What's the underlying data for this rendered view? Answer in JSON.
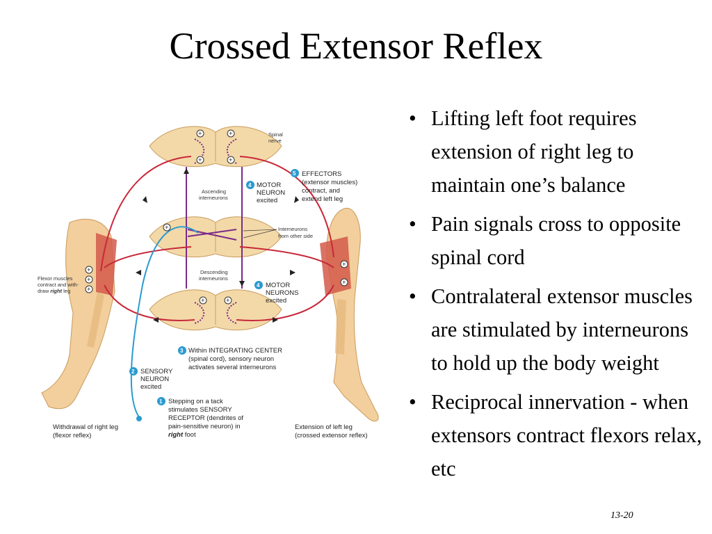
{
  "slide": {
    "title": "Crossed Extensor Reflex",
    "page_number": "13-20"
  },
  "bullets": [
    "Lifting left foot requires extension of right leg to maintain one’s balance",
    "Pain signals cross to opposite spinal cord",
    "Contralateral extensor muscles are  stimulated by interneurons to hold up the body weight",
    "Reciprocal innervation - when extensors contract flexors relax, etc"
  ],
  "bullet_marker": "•",
  "figure": {
    "spinal_nerve": [
      "Spinal",
      "nerve"
    ],
    "effectors": [
      "EFFECTORS",
      "(extensor muscles)",
      "contract, and",
      "extend left leg"
    ],
    "effectors_num": "5",
    "motor_neuron_top": [
      "MOTOR",
      "NEURON",
      "excited"
    ],
    "motor_neuron_top_num": "4",
    "ascending": [
      "Ascending",
      "interneurons"
    ],
    "interneurons_other": [
      "Interneurons",
      "from other side"
    ],
    "descending": [
      "Descending",
      "interneurons"
    ],
    "motor_neurons_bottom": [
      "MOTOR",
      "NEURONS",
      "excited"
    ],
    "motor_neurons_bottom_num": "4",
    "flexor_muscles": [
      "Flexor muscles",
      "contract and with-",
      "draw",
      "right",
      "leg"
    ],
    "integrating": [
      "Within INTEGRATING CENTER",
      "(spinal cord), sensory neuron",
      "activates several interneurons"
    ],
    "integrating_num": "3",
    "sensory_neuron": [
      "SENSORY",
      "NEURON",
      "excited"
    ],
    "sensory_neuron_num": "2",
    "stepping": [
      "Stepping on a tack",
      "stimulates SENSORY",
      "RECEPTOR (dendrites of",
      "pain-sensitive neuron) in",
      "right",
      "foot"
    ],
    "stepping_num": "1",
    "withdrawal": [
      "Withdrawal of right leg",
      "(flexor reflex)"
    ],
    "extension": [
      "Extension of left leg",
      "(crossed extensor reflex)"
    ],
    "plus_sign": "+",
    "colors": {
      "nerve_red": "#c8283a",
      "sensory_blue": "#2a9ad0",
      "interneuron_purple": "#7a2a8a",
      "skin": "#f2cf9c",
      "muscle": "#d45a4a",
      "cord": "#f3d9a8"
    }
  }
}
